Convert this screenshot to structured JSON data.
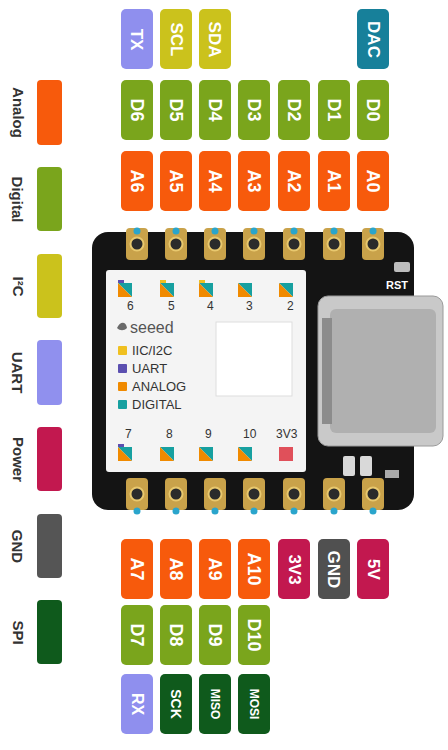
{
  "diagram": {
    "nodes": [
      {
        "text": [
          "TX"
        ]
      },
      {
        "text": [
          "SCL"
        ]
      },
      {
        "text": [
          "SDA"
        ]
      },
      {
        "text": [
          "DAC"
        ]
      },
      {
        "text": [
          "D6"
        ]
      },
      {
        "text": [
          "D5"
        ]
      },
      {
        "text": [
          "D4"
        ]
      },
      {
        "text": [
          "D3"
        ]
      },
      {
        "text": [
          "D2"
        ]
      },
      {
        "text": [
          "D1"
        ]
      },
      {
        "text": [
          "D0"
        ]
      },
      {
        "text": [
          "A6"
        ]
      },
      {
        "text": [
          "A5"
        ]
      },
      {
        "text": [
          "A4"
        ]
      },
      {
        "text": [
          "A3"
        ]
      },
      {
        "text": [
          "A2"
        ]
      },
      {
        "text": [
          "A1"
        ]
      },
      {
        "text": [
          "A0"
        ]
      },
      {
        "text": [
          "A7"
        ]
      },
      {
        "text": [
          "A8"
        ]
      },
      {
        "text": [
          "A9"
        ]
      },
      {
        "text": [
          "A10"
        ]
      },
      {
        "text": [
          "3V3"
        ]
      },
      {
        "text": [
          "GND"
        ]
      },
      {
        "text": [
          "5V"
        ]
      },
      {
        "text": [
          "D7"
        ]
      },
      {
        "text": [
          "D8"
        ]
      },
      {
        "text": [
          "D9"
        ]
      },
      {
        "text": [
          "D10"
        ]
      },
      {
        "text": [
          "RX"
        ]
      },
      {
        "text": [
          "SCK"
        ]
      },
      {
        "text": [
          "MISO"
        ]
      },
      {
        "text": [
          "MOSI"
        ]
      }
    ],
    "labels": [
      "6",
      "5",
      "4",
      "3",
      "2",
      "7",
      "8",
      "9",
      "10",
      "3V3",
      "seeed",
      "RST"
    ],
    "legend": [
      {
        "text": "Analog",
        "color": "#f75a0c"
      },
      {
        "text": "Digital",
        "color": "#7aa51c"
      },
      {
        "text": "I²C",
        "color": "#cbc21c"
      },
      {
        "text": "UART",
        "color": "#9090ee"
      },
      {
        "text": "Power",
        "color": "#c2184f"
      },
      {
        "text": "GND",
        "color": "#555555"
      },
      {
        "text": "SPI",
        "color": "#0f5a1c"
      },
      {
        "text": "IIC/I2C",
        "color": "#f0c020"
      },
      {
        "text": "UART",
        "color": "#5b4fb0"
      },
      {
        "text": "ANALOG",
        "color": "#f08a00"
      },
      {
        "text": "DIGITAL",
        "color": "#16a0a0"
      }
    ]
  }
}
